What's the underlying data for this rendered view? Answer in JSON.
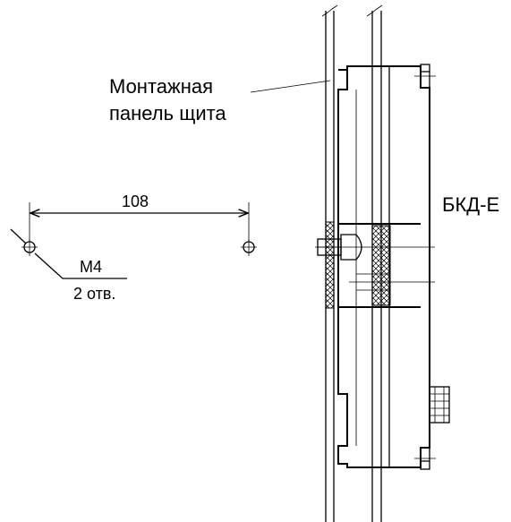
{
  "labels": {
    "panel_line1": "Монтажная",
    "panel_line2": "панель щита",
    "device": "БКД-Е",
    "dimension": "108",
    "thread": "М4",
    "holes": "2 отв."
  },
  "colors": {
    "ink": "#000000",
    "background": "#ffffff"
  }
}
